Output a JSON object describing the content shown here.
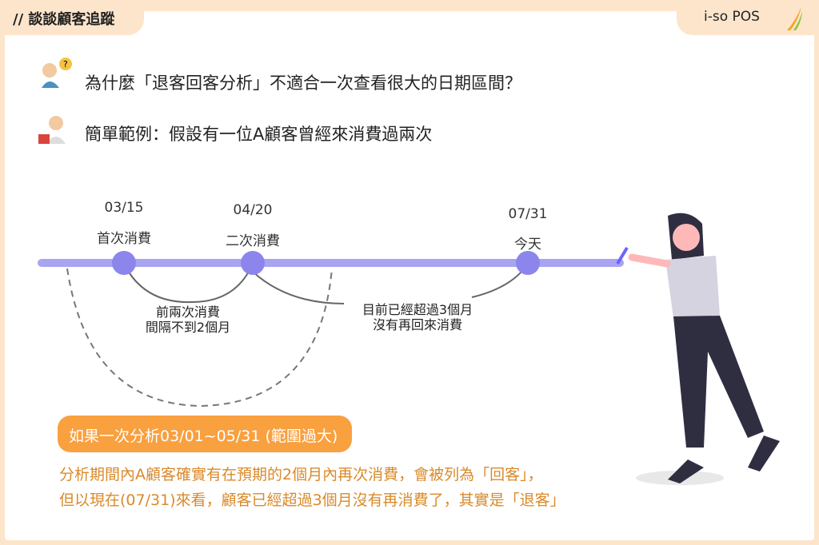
{
  "header": {
    "section_title": "// 談談顧客追蹤",
    "brand": "i-so POS"
  },
  "questions": [
    {
      "icon": "confused-person-icon",
      "text": "為什麼「退客回客分析」不適合一次查看很大的日期區間？"
    },
    {
      "icon": "teacher-icon",
      "text": "簡單範例：假設有一位A顧客曾經來消費過兩次"
    }
  ],
  "timeline": {
    "events": [
      {
        "date": "03/15",
        "label": "首次消費"
      },
      {
        "date": "04/20",
        "label": "二次消費"
      },
      {
        "date": "07/31",
        "label": "今天"
      }
    ],
    "notes": [
      "前兩次消費",
      "間隔不到2個月",
      "目前已經超過3個月",
      "沒有再回來消費"
    ]
  },
  "callout": {
    "pill": "如果一次分析03/01~05/31 (範圍過大)",
    "lines": [
      "分析期間內A顧客確實有在預期的2個月內再次消費，會被列為「回客」，",
      "但以現在(07/31)來看，顧客已經超過3個月沒有再消費了，其實是「退客」"
    ]
  },
  "colors": {
    "accent": "#f9a03f",
    "timeline": "#a9a4f0",
    "dot": "#8c86ec"
  }
}
